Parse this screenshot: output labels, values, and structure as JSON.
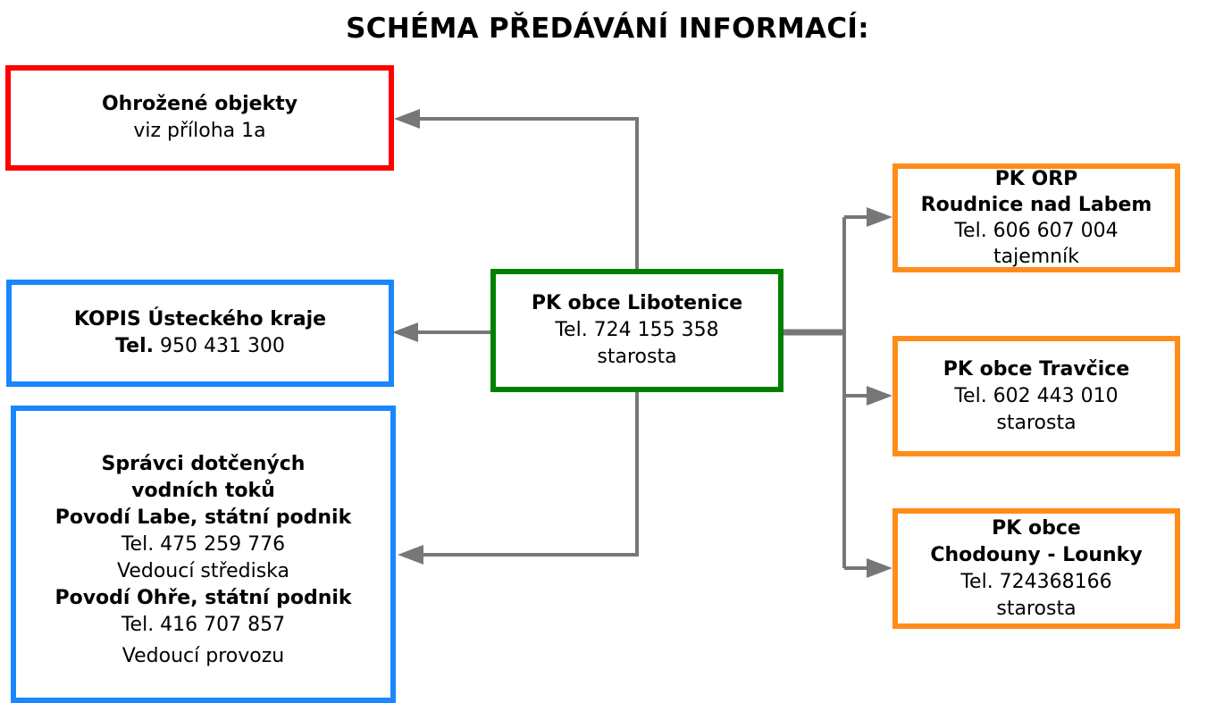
{
  "title": "SCHÉMA PŘEDÁVÁNÍ INFORMACÍ:",
  "colors": {
    "red": "#ff0000",
    "blue": "#1a86ff",
    "green": "#008000",
    "orange": "#ff8c1a",
    "connector": "#777777"
  },
  "ohrozene": {
    "title": "Ohrožené objekty",
    "line1": "viz příloha 1a"
  },
  "kopis": {
    "title": "KOPIS Ústeckého kraje",
    "tel_label": "Tel.",
    "tel": "950 431 300"
  },
  "spravci": {
    "line1": "Správci dotčených",
    "line2": "vodních toků",
    "org1": "Povodí Labe, státní podnik",
    "tel1": "Tel. 475 259 776",
    "role1": "Vedoucí střediska",
    "org2": "Povodí Ohře, státní podnik",
    "tel2": "Tel. 416 707 857",
    "role2": "Vedoucí provozu"
  },
  "libotenice": {
    "title": "PK obce Libotenice",
    "tel": "Tel. 724 155 358",
    "role": "starosta"
  },
  "orp": {
    "line1": "PK ORP",
    "line2": "Roudnice nad Labem",
    "tel": "Tel. 606 607 004",
    "role": "tajemník"
  },
  "travcice": {
    "title": "PK obce Travčice",
    "tel": "Tel. 602 443 010",
    "role": "starosta"
  },
  "chodouny": {
    "line1": "PK obce",
    "line2": "Chodouny - Lounky",
    "tel": "Tel. 724368166",
    "role": "starosta"
  }
}
